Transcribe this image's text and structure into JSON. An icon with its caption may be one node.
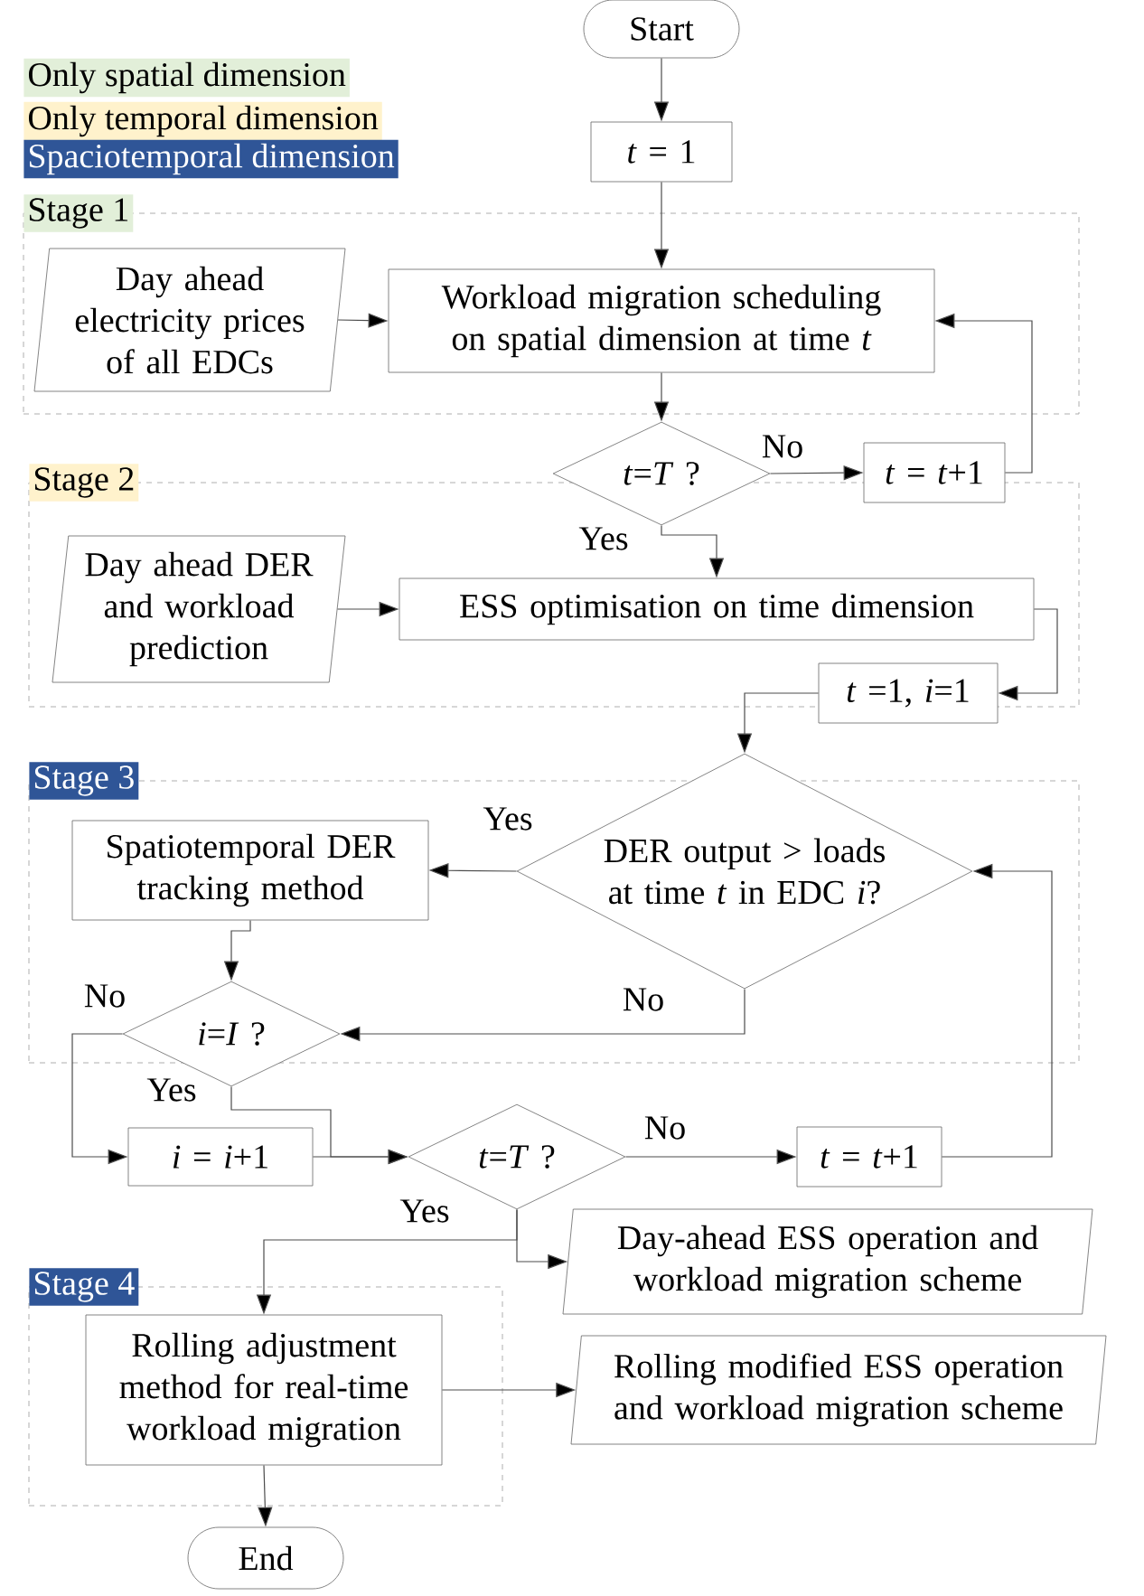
{
  "diagram": {
    "nodes": [
      {
        "text": [
          "Start"
        ]
      },
      {
        "text": [
          "*t* = 1"
        ]
      },
      {
        "text": [
          "Stage 1"
        ]
      },
      {
        "text": [
          "Day ahead electricity prices of all EDCs"
        ],
        "in": 2
      },
      {
        "text": [
          "Workload migration scheduling on spatial dimension at time *t*"
        ],
        "in": 2
      },
      {
        "text": [
          "*t*=*T* ?"
        ]
      },
      {
        "text": [
          "*t* = *t*+1"
        ]
      },
      {
        "text": [
          "Stage 2"
        ]
      },
      {
        "text": [
          "Day ahead DER and workload prediction"
        ],
        "in": 7
      },
      {
        "text": [
          "ESS optimisation on time dimension"
        ],
        "in": 7
      },
      {
        "text": [
          "*t* =1, *i*=1"
        ]
      },
      {
        "text": [
          "Stage 3"
        ]
      },
      {
        "text": [
          "Spatiotemporal DER tracking method"
        ],
        "in": 11
      },
      {
        "text": [
          "DER output > loads at time *t* in EDC *i*?"
        ]
      },
      {
        "text": [
          "*i*=*I* ?"
        ]
      },
      {
        "text": [
          "*i* = *i*+1"
        ]
      },
      {
        "text": [
          "*t*=*T* ?"
        ]
      },
      {
        "text": [
          "*t* = *t*+1"
        ]
      },
      {
        "text": [
          "Day-ahead ESS operation and workload migration scheme"
        ]
      },
      {
        "text": [
          "Stage 4"
        ]
      },
      {
        "text": [
          "Rolling adjustment method for real-time workload migration"
        ],
        "in": 19
      },
      {
        "text": [
          "Rolling modified ESS operation and workload migration scheme"
        ]
      },
      {
        "text": [
          "End"
        ]
      }
    ],
    "edges": [
      {
        "from": 0,
        "to": 1,
        "arrow": "to"
      },
      {
        "from": 1,
        "to": 4,
        "arrow": "to"
      },
      {
        "from": 3,
        "to": 4,
        "arrow": "to"
      },
      {
        "from": 4,
        "to": 5,
        "arrow": "to"
      },
      {
        "from": 5,
        "to": 6,
        "arrow": "to",
        "label": "No"
      },
      {
        "from": 6,
        "to": 4,
        "arrow": "to"
      },
      {
        "from": 5,
        "to": 9,
        "arrow": "to",
        "label": "Yes"
      },
      {
        "from": 8,
        "to": 9,
        "arrow": "to"
      },
      {
        "from": 9,
        "to": 10,
        "arrow": "to"
      },
      {
        "from": 10,
        "to": 13,
        "arrow": "to"
      },
      {
        "from": 13,
        "to": 12,
        "arrow": "to",
        "label": "Yes"
      },
      {
        "from": 12,
        "to": 14,
        "arrow": "to"
      },
      {
        "from": 13,
        "to": 14,
        "arrow": "to",
        "label": "No"
      },
      {
        "from": 14,
        "to": 15,
        "arrow": "to",
        "label": "No"
      },
      {
        "from": 14,
        "to": 16,
        "arrow": "to",
        "label": "Yes"
      },
      {
        "from": 15,
        "to": 16,
        "arrow": "to"
      },
      {
        "from": 16,
        "to": 17,
        "arrow": "to",
        "label": "No"
      },
      {
        "from": 17,
        "to": 13,
        "arrow": "to"
      },
      {
        "from": 16,
        "to": 18,
        "arrow": "to"
      },
      {
        "from": 16,
        "to": 20,
        "arrow": "to",
        "label": "Yes"
      },
      {
        "from": 20,
        "to": 21,
        "arrow": "to"
      },
      {
        "from": 20,
        "to": 22,
        "arrow": "to"
      }
    ],
    "legend": [
      {
        "text": "Only spatial dimension",
        "color": "#e2efd9"
      },
      {
        "text": "Only temporal dimension",
        "color": "#fff2cc"
      },
      {
        "text": "Spaciotemporal dimension",
        "color": "#2f5597"
      }
    ]
  }
}
